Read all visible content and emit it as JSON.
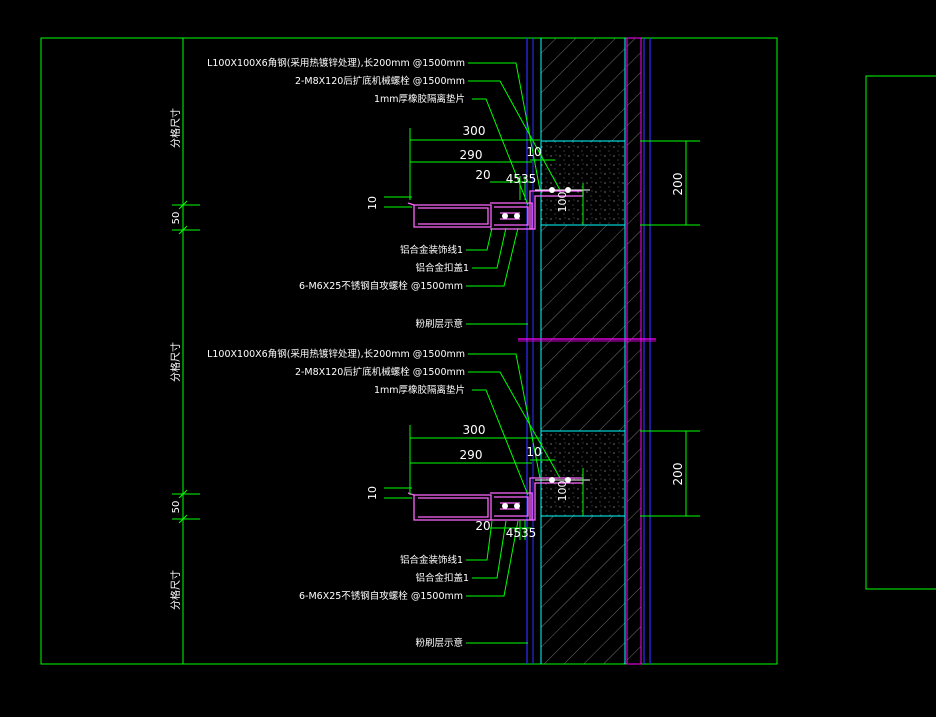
{
  "colors": {
    "background": "#000000",
    "frame": "#00ff00",
    "text": "#ffffff",
    "leader": "#00ff00",
    "cyan": "#00ffff",
    "blue": "#3030ff",
    "magenta": "#ff00ff",
    "concrete": "#c8c8c8"
  },
  "side_labels": {
    "grid_size": "分格尺寸",
    "gap_top": "50",
    "gap_bottom": "50"
  },
  "details": [
    {
      "callouts_upper": [
        "L100X100X6角钢(采用热镀锌处理),长200mm @1500mm",
        "2-M8X120后扩底机械螺栓 @1500mm",
        "1mm厚橡胶隔离垫片"
      ],
      "callouts_lower": [
        "铝合金装饰线1",
        "铝合金扣盖1",
        "6-M6X25不锈钢自攻螺栓 @1500mm"
      ],
      "plaster_note": "粉刷层示意",
      "dims": {
        "d300": "300",
        "d290": "290",
        "d20": "20",
        "d4535": "4535",
        "d10a": "10",
        "d10b": "10",
        "d100": "100",
        "d200": "200"
      }
    },
    {
      "callouts_upper": [
        "L100X100X6角钢(采用热镀锌处理),长200mm @1500mm",
        "2-M8X120后扩底机械螺栓 @1500mm",
        "1mm厚橡胶隔离垫片"
      ],
      "callouts_lower": [
        "铝合金装饰线1",
        "铝合金扣盖1",
        "6-M6X25不锈钢自攻螺栓 @1500mm"
      ],
      "plaster_note": "粉刷层示意",
      "dims": {
        "d300": "300",
        "d290": "290",
        "d20": "20",
        "d4535": "4535",
        "d10a": "10",
        "d10b": "10",
        "d100": "100",
        "d200": "200"
      }
    }
  ]
}
